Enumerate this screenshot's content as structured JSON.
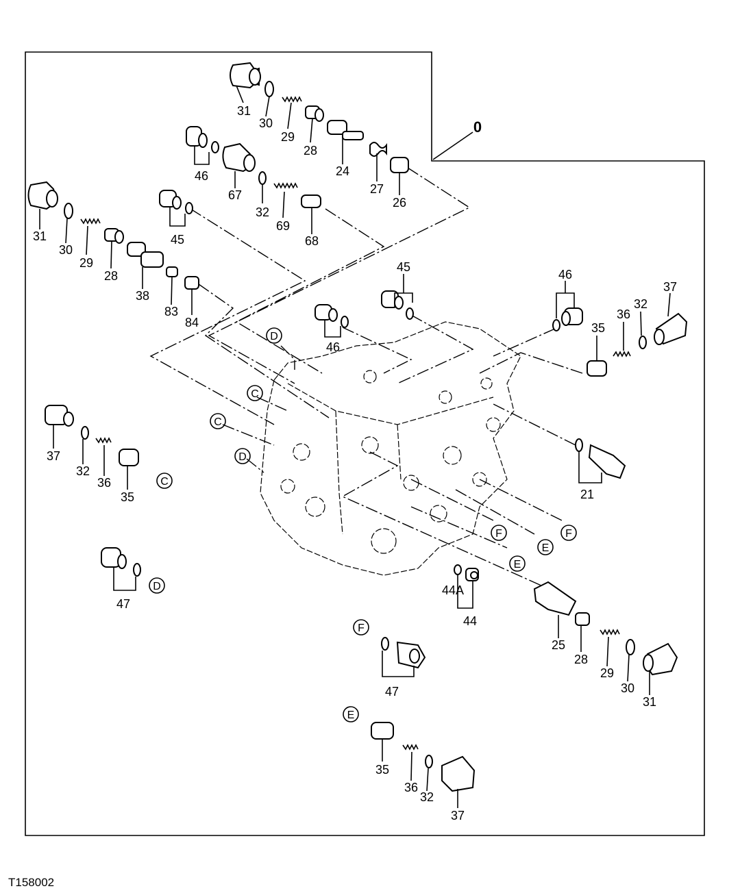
{
  "figure_id": "T158002",
  "assembly_label": "0",
  "labels": [
    {
      "id": "l31a",
      "text": "31"
    },
    {
      "id": "l30a",
      "text": "30"
    },
    {
      "id": "l29a",
      "text": "29"
    },
    {
      "id": "l28a",
      "text": "28"
    },
    {
      "id": "l24",
      "text": "24"
    },
    {
      "id": "l27",
      "text": "27"
    },
    {
      "id": "l26",
      "text": "26"
    },
    {
      "id": "l46a",
      "text": "46"
    },
    {
      "id": "l67",
      "text": "67"
    },
    {
      "id": "l32a",
      "text": "32"
    },
    {
      "id": "l69",
      "text": "69"
    },
    {
      "id": "l68",
      "text": "68"
    },
    {
      "id": "l45a",
      "text": "45"
    },
    {
      "id": "l31b",
      "text": "31"
    },
    {
      "id": "l30b",
      "text": "30"
    },
    {
      "id": "l29b",
      "text": "29"
    },
    {
      "id": "l28b",
      "text": "28"
    },
    {
      "id": "l38",
      "text": "38"
    },
    {
      "id": "l83",
      "text": "83"
    },
    {
      "id": "l84",
      "text": "84"
    },
    {
      "id": "l45b",
      "text": "45"
    },
    {
      "id": "l46b",
      "text": "46"
    },
    {
      "id": "l46c",
      "text": "46"
    },
    {
      "id": "l37a",
      "text": "37"
    },
    {
      "id": "l36a",
      "text": "36"
    },
    {
      "id": "l32b",
      "text": "32"
    },
    {
      "id": "l35a",
      "text": "35"
    },
    {
      "id": "l21",
      "text": "21"
    },
    {
      "id": "l37b",
      "text": "37"
    },
    {
      "id": "l32c",
      "text": "32"
    },
    {
      "id": "l36b",
      "text": "36"
    },
    {
      "id": "l35b",
      "text": "35"
    },
    {
      "id": "l47a",
      "text": "47"
    },
    {
      "id": "l44A",
      "text": "44A"
    },
    {
      "id": "l44",
      "text": "44"
    },
    {
      "id": "l25",
      "text": "25"
    },
    {
      "id": "l28c",
      "text": "28"
    },
    {
      "id": "l29c",
      "text": "29"
    },
    {
      "id": "l30c",
      "text": "30"
    },
    {
      "id": "l31c",
      "text": "31"
    },
    {
      "id": "l47b",
      "text": "47"
    },
    {
      "id": "l35c",
      "text": "35"
    },
    {
      "id": "l36c",
      "text": "36"
    },
    {
      "id": "l32d",
      "text": "32"
    },
    {
      "id": "l37c",
      "text": "37"
    }
  ],
  "refs": [
    {
      "id": "rD1",
      "text": "D"
    },
    {
      "id": "rC1",
      "text": "C"
    },
    {
      "id": "rC2",
      "text": "C"
    },
    {
      "id": "rD2",
      "text": "D"
    },
    {
      "id": "rC3",
      "text": "C"
    },
    {
      "id": "rD3",
      "text": "D"
    },
    {
      "id": "rF1",
      "text": "F"
    },
    {
      "id": "rE1",
      "text": "E"
    },
    {
      "id": "rF2",
      "text": "F"
    },
    {
      "id": "rE2",
      "text": "E"
    },
    {
      "id": "rF3",
      "text": "F"
    },
    {
      "id": "rE3",
      "text": "E"
    }
  ]
}
